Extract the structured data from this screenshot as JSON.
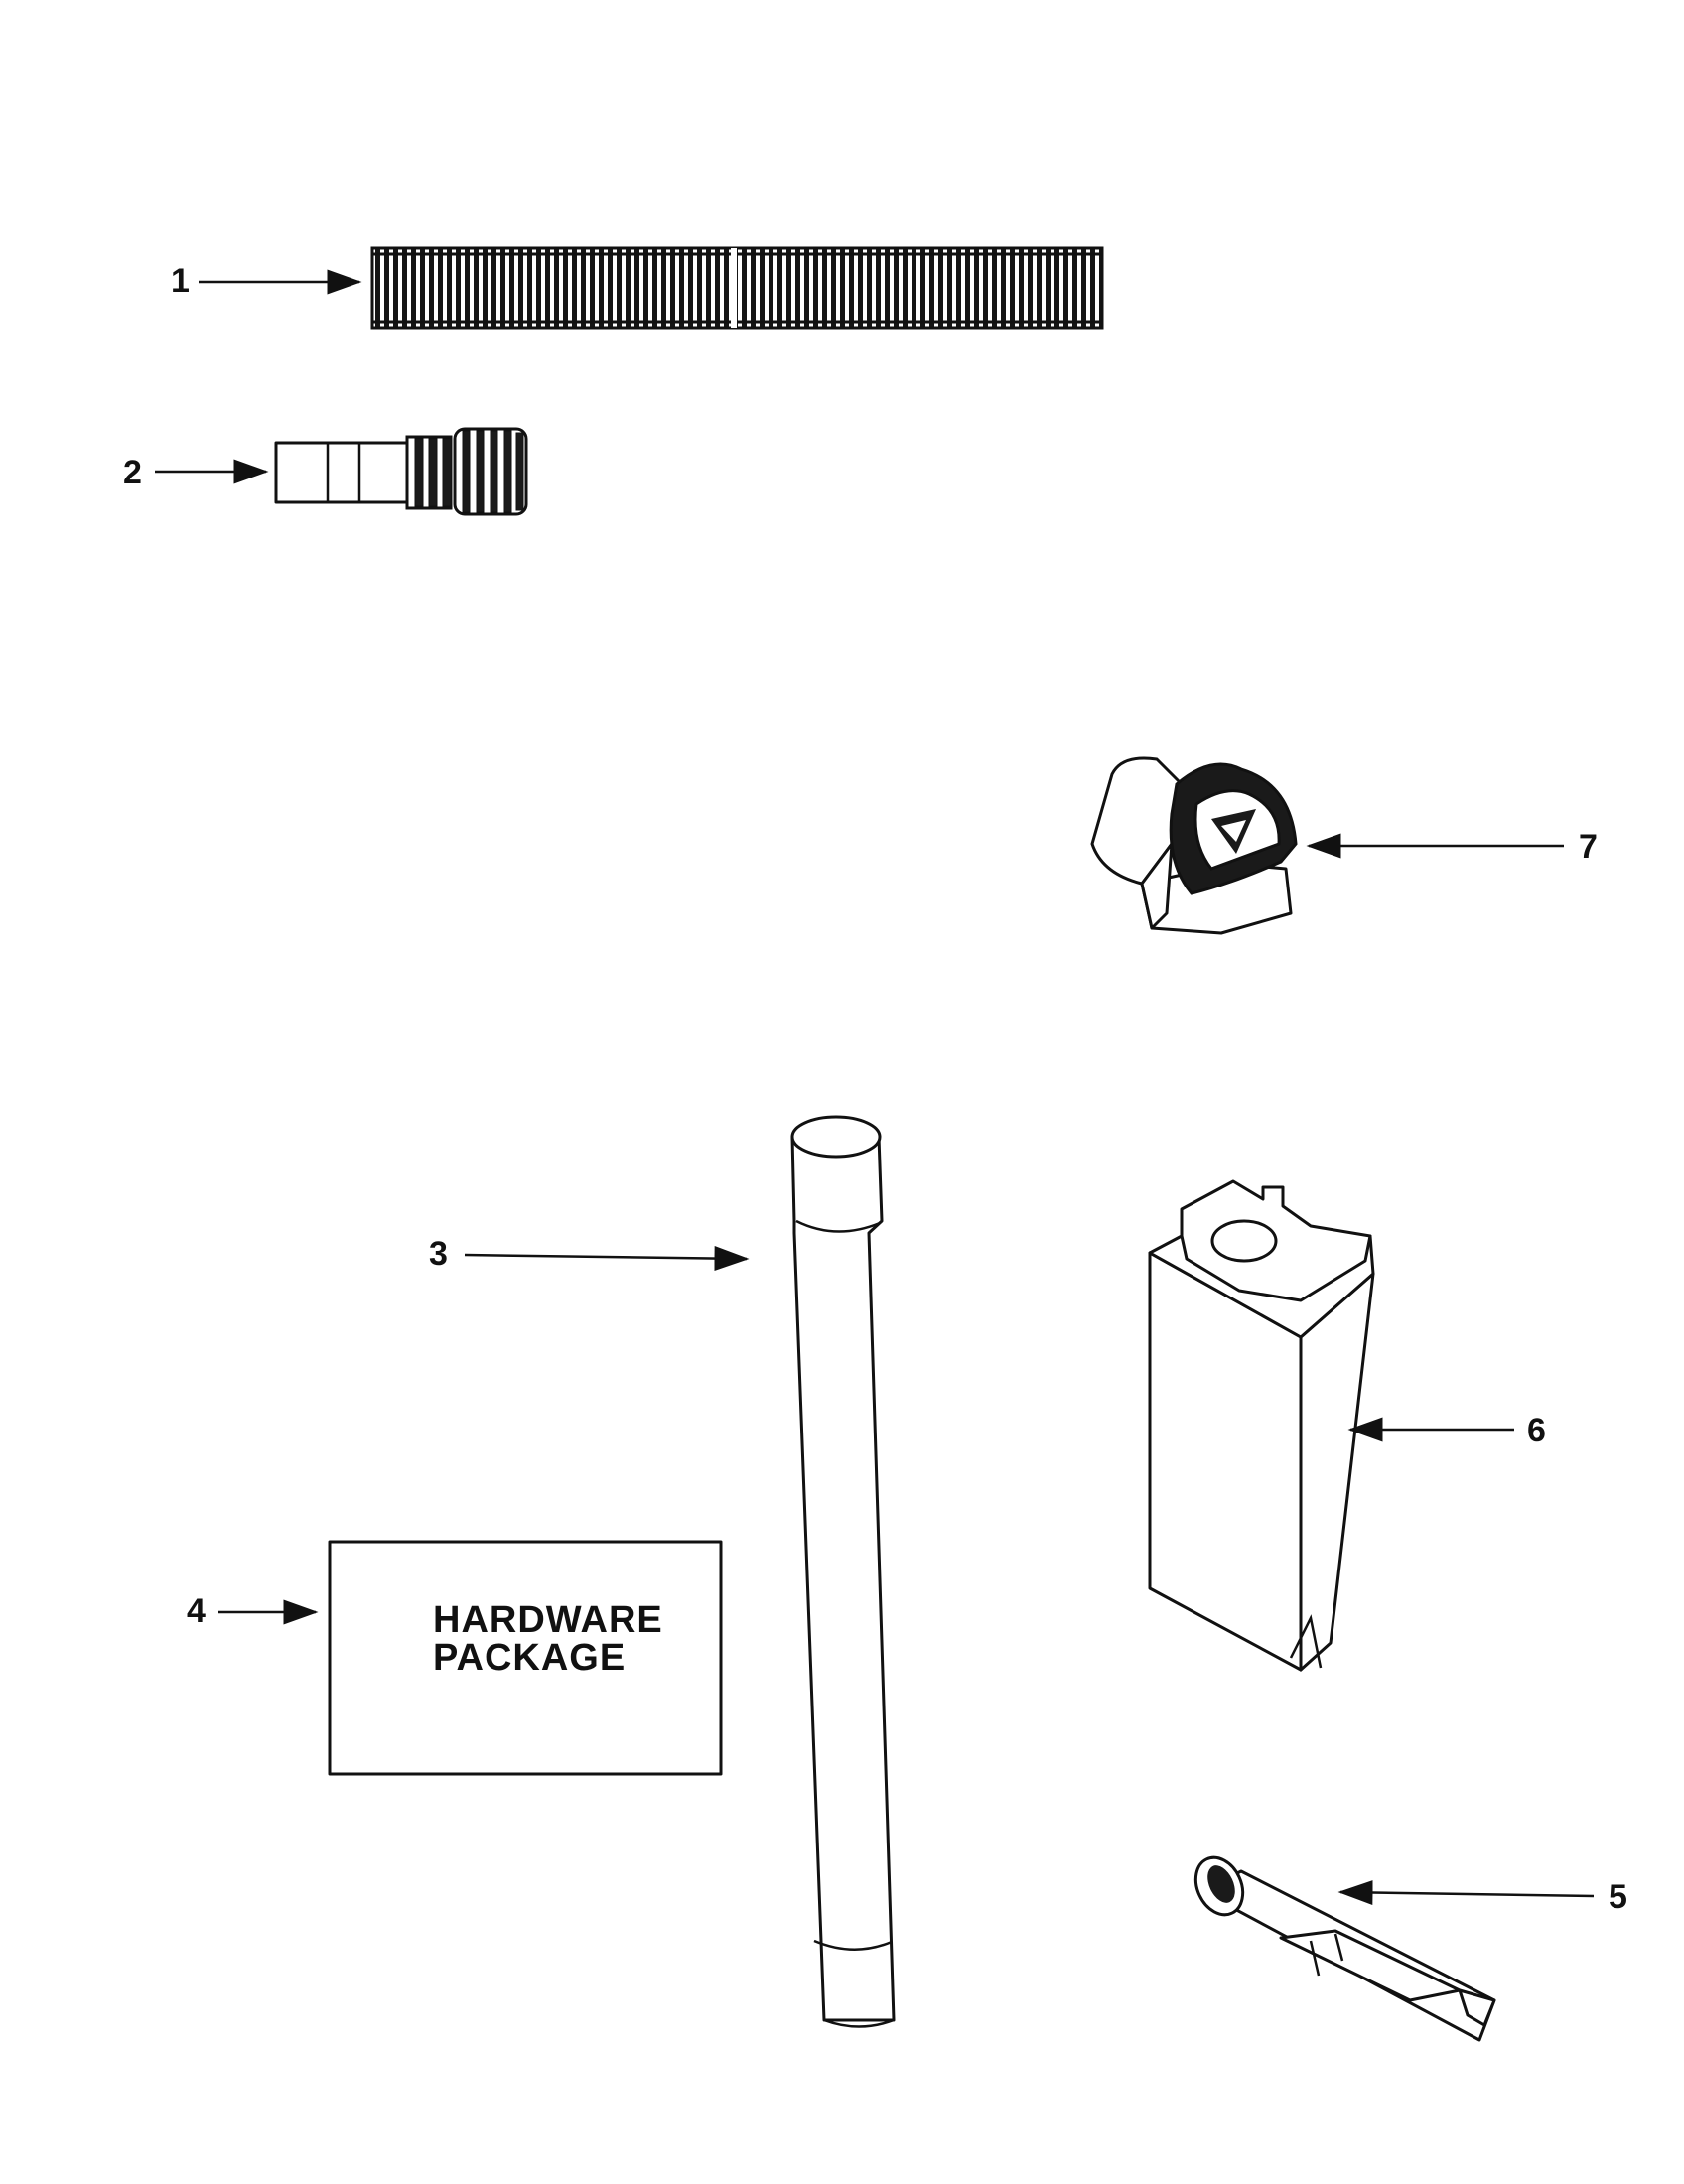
{
  "callouts": {
    "c1": "1",
    "c2": "2",
    "c3": "3",
    "c4": "4",
    "c5": "5",
    "c6": "6",
    "c7": "7"
  },
  "hardware_package": {
    "line1": "HARDWARE",
    "line2": "PACKAGE"
  },
  "icons": {
    "part1": "corrugated-hose-icon",
    "part2": "hose-connector-icon",
    "part3": "extension-wand-icon",
    "part4": "hardware-package-box",
    "part5": "crevice-tool-icon",
    "part6": "upholstery-nozzle-icon",
    "part7": "dusting-brush-icon"
  }
}
